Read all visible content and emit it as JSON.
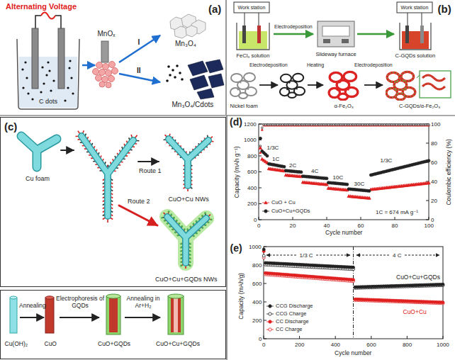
{
  "diagram": {
    "nodes": [
      {
        "text": [
          "(c)",
          "Cu foam",
          "Route 1",
          "CuO+Cu NWs",
          "Route 2",
          "CuO+Cu+GQDs NWs"
        ]
      },
      {
        "text": [
          "Cu(OH)₂",
          "Annealing",
          "CuO",
          "Electrophoresis of GQDs",
          "CuO+GQDs",
          "Annealing in Ar+H₂",
          "CuO+Cu+GQDs"
        ]
      }
    ],
    "labels": [
      "(a)",
      "Alternating Voltage",
      "C dots",
      "MnOₓ",
      "I",
      "II",
      "Mn₃O₄",
      "Mn₃O₄/Cdots",
      "(b)",
      "Work station",
      "Electrodeposition",
      "Work station",
      "FeCl₃ solution",
      "Slideway furnace",
      "C-GQDs solution",
      "Nickel foam",
      "Electrodeposition",
      "Heating",
      "α-Fe₂O₃",
      "Electrodeposition",
      "C-GQDs/α-Fe₂O₃",
      "(d)",
      "0",
      "200",
      "400",
      "600",
      "800",
      "1000",
      "1200",
      "Capacity (mAh g⁻¹)",
      "0",
      "20",
      "40",
      "60",
      "80",
      "100",
      "Coulombic efficiency (%)",
      "0",
      "20",
      "40",
      "60",
      "80",
      "100",
      "Cycle number",
      "1/3C",
      "1C",
      "2C",
      "4C",
      "10C",
      "30C",
      "1/3C",
      "1C = 674 mA g⁻¹",
      "(e)",
      "0",
      "200",
      "400",
      "600",
      "800",
      "1000",
      "Capacity (mAh/g)",
      "0",
      "200",
      "400",
      "600",
      "800",
      "1000",
      "Cycle number",
      "1/3 C",
      "4 C",
      "CuO+Cu+GQDs",
      "CuO+Cu"
    ],
    "legend": [
      {
        "text": "CuO + Cu"
      },
      {
        "text": "CuO+Cu+GQDs"
      },
      {
        "text": "CCG Discharge"
      },
      {
        "text": "CCG Charge"
      },
      {
        "text": "CC Discharge"
      },
      {
        "text": "CC Charge"
      }
    ]
  }
}
